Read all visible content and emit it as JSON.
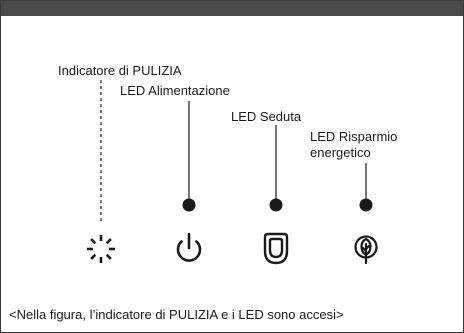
{
  "labels": {
    "cleaning_indicator": "Indicatore di PULIZIA",
    "power_led": "LED Alimentazione",
    "seat_led": "LED Seduta",
    "energy_saving_led_line1": "LED Risparmio",
    "energy_saving_led_line2": "energetico"
  },
  "caption": "<Nella figura, l’indicatore di PULIZIA e i LED sono accesi>",
  "icons": [
    "cleaning-indicator-icon",
    "power-icon",
    "seat-icon",
    "energy-saving-leaf-icon"
  ],
  "colors": {
    "ink": "#1a1a1a",
    "topbar": "#4a4a4a"
  }
}
